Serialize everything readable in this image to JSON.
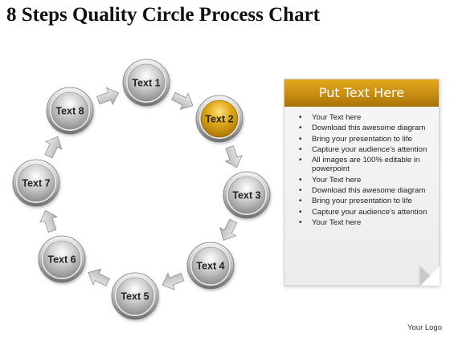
{
  "title": "8 Steps Quality Circle Process Chart",
  "colors": {
    "node_gray": "#9a9a9a",
    "node_highlight": "#d9a111",
    "arrow_gray": "#c4c4c4",
    "header_gold": "#c68d10"
  },
  "diagram": {
    "nodes": [
      {
        "label": "Text 1",
        "highlight": false
      },
      {
        "label": "Text 2",
        "highlight": true
      },
      {
        "label": "Text 3",
        "highlight": false
      },
      {
        "label": "Text 4",
        "highlight": false
      },
      {
        "label": "Text 5",
        "highlight": false
      },
      {
        "label": "Text 6",
        "highlight": false
      },
      {
        "label": "Text 7",
        "highlight": false
      },
      {
        "label": "Text 8",
        "highlight": false
      }
    ]
  },
  "panel": {
    "header": "Put Text Here",
    "bullets": [
      "Your Text here",
      "Download this awesome diagram",
      "Bring your presentation to life",
      "Capture your audience’s attention",
      "All images are 100% editable in powerpoint",
      "Your Text here",
      "Download this awesome diagram",
      "Bring your presentation to life",
      "Capture your audience’s attention",
      "Your Text here"
    ]
  },
  "footer": {
    "logo": "Your Logo"
  }
}
